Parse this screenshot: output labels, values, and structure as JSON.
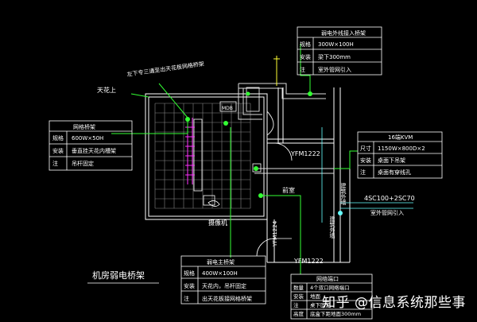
{
  "labels": {
    "ceiling": "天花上",
    "top_note": "左下专三通至出天花板网格桥架",
    "camera": "摄像机",
    "room_title": "机房弱电桥架",
    "door1": "YFM1222",
    "door2": "YFM1222",
    "door3": "YFM1224",
    "corridor": "前室",
    "building_shaft": "建筑外墙",
    "pipe_spec": "4SC100+2SC70",
    "pipe_note": "室外管网引入",
    "rack": "MDB"
  },
  "tables": {
    "grid_tray": {
      "title": "网格桥架",
      "rows": [
        [
          "规格",
          "600W×50H"
        ],
        [
          "安装",
          "垂直挂天花内槽架"
        ],
        [
          "注",
          "吊杆固定"
        ]
      ]
    },
    "outer_tray": {
      "title": "弱电外线接入桥架",
      "rows": [
        [
          "规格",
          "300W×100H"
        ],
        [
          "安装",
          "梁下300mm"
        ],
        [
          "注",
          "室外管网引入"
        ]
      ]
    },
    "kvm": {
      "title": "16端KVM",
      "rows": [
        [
          "尺寸",
          "1150W×800D×2"
        ],
        [
          "安装",
          "桌面下吊架"
        ],
        [
          "注",
          "桌面有穿线孔"
        ]
      ]
    },
    "main_tray": {
      "title": "弱电主桥架",
      "rows": [
        [
          "规格",
          "400W×100H"
        ],
        [
          "安装",
          "天花内，吊杆固定"
        ],
        [
          "注",
          "出天花板接网格桥架"
        ]
      ]
    },
    "ports": {
      "title": "网络端口",
      "rows": [
        [
          "数量",
          "4个双口网络端口"
        ],
        [
          "安装",
          "地面"
        ],
        [
          "注",
          "桌下固定"
        ],
        [
          "高度",
          "底盒下距地面300mm"
        ]
      ]
    }
  },
  "watermark": "知乎 @信息系统那些事",
  "colors": {
    "line": "#ffffff",
    "green": "#33ff33",
    "cyan": "#66ffff",
    "yellow": "#ffff33",
    "magenta": "#ff33ff"
  }
}
